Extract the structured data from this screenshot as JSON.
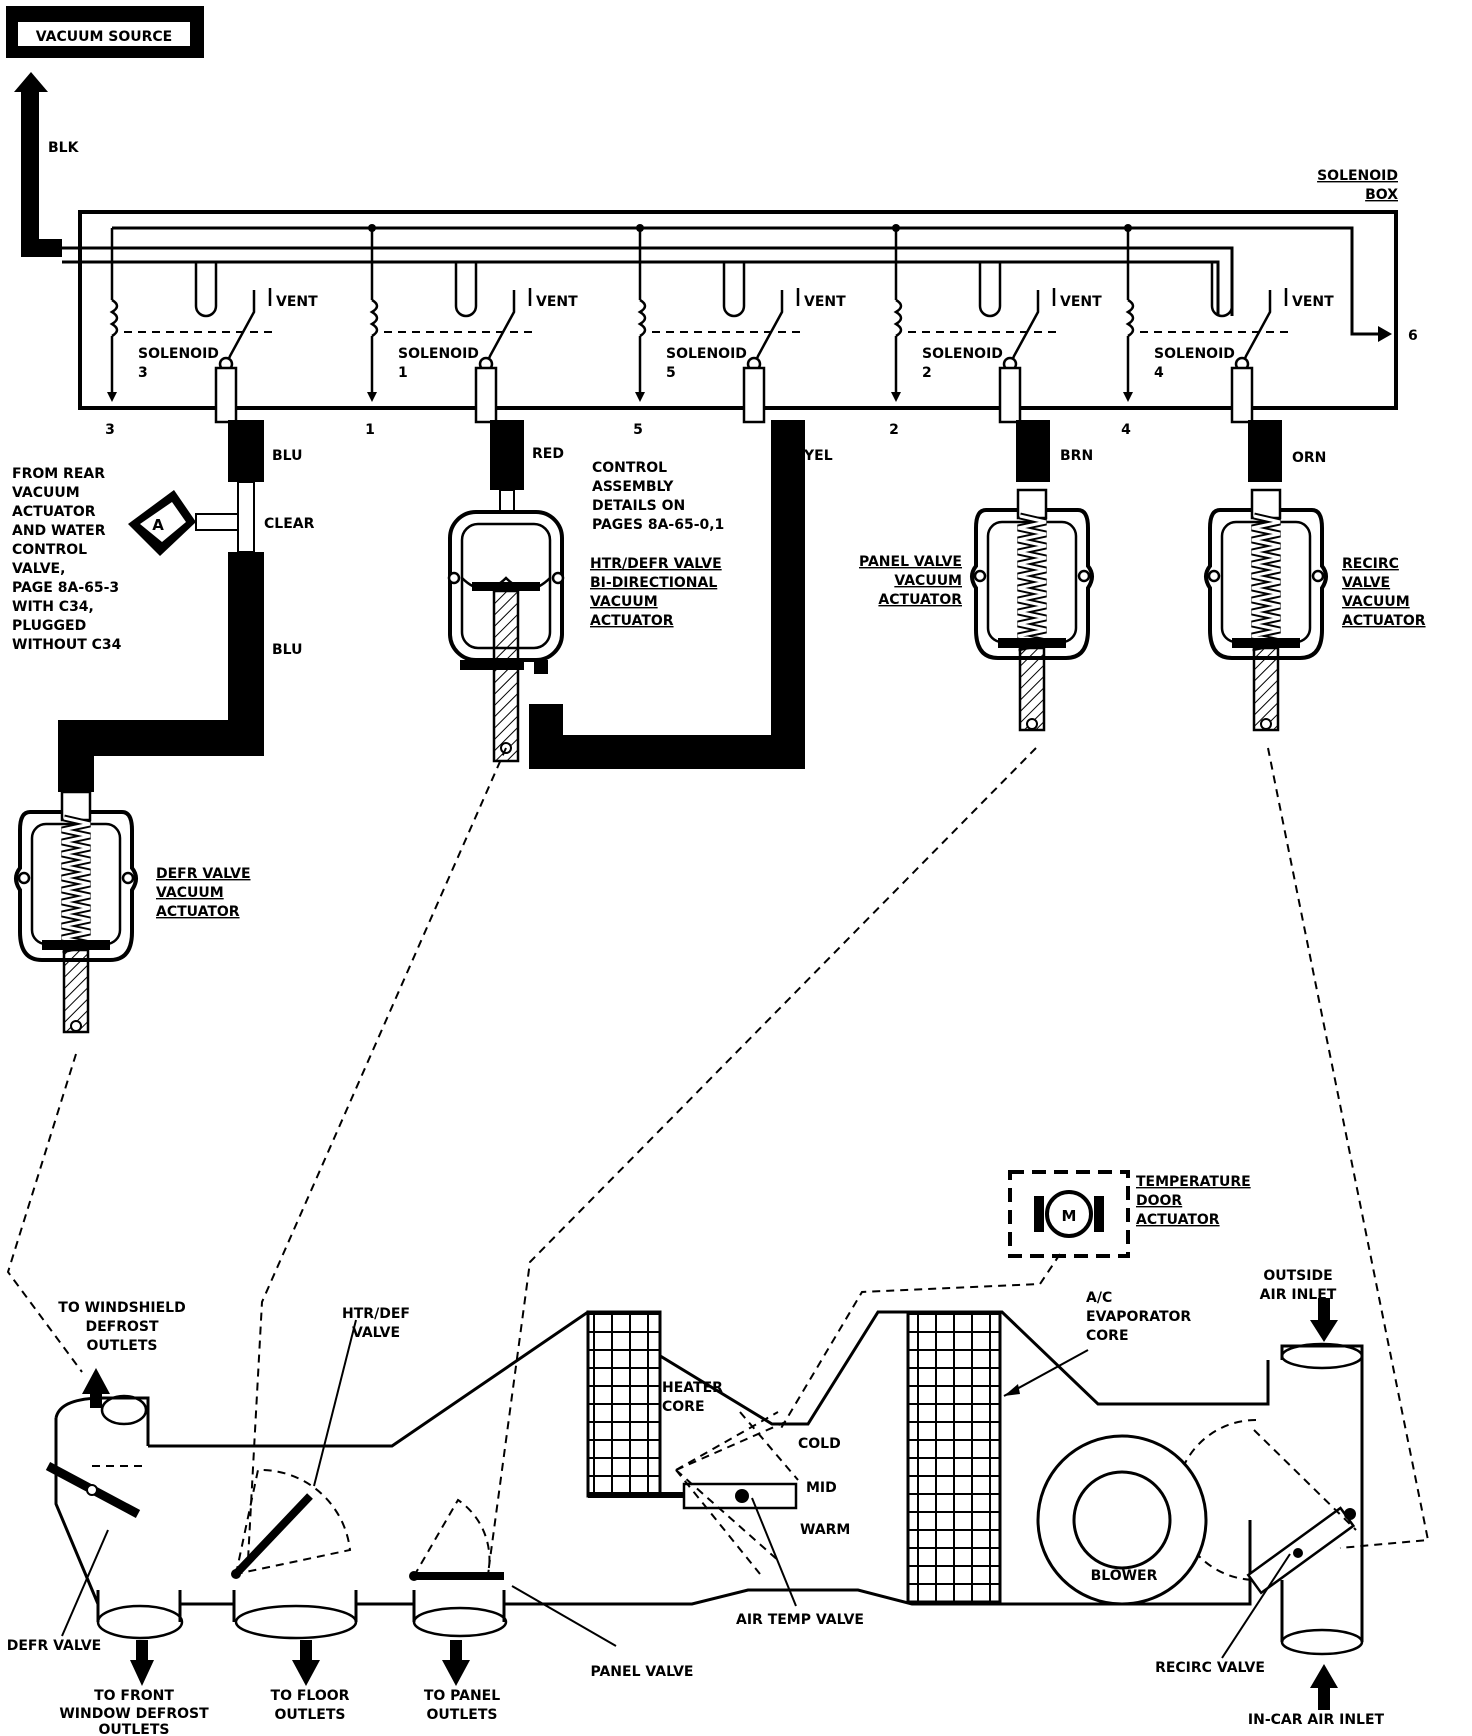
{
  "top": {
    "vacuum_source": "VACUUM SOURCE",
    "blk": "BLK",
    "solenoid_box": [
      "SOLENOID",
      "BOX"
    ],
    "port_6": "6"
  },
  "solenoids": [
    {
      "name": "SOLENOID",
      "num": "3",
      "port": "3",
      "vent": "VENT"
    },
    {
      "name": "SOLENOID",
      "num": "1",
      "port": "1",
      "vent": "VENT"
    },
    {
      "name": "SOLENOID",
      "num": "5",
      "port": "5",
      "vent": "VENT"
    },
    {
      "name": "SOLENOID",
      "num": "2",
      "port": "2",
      "vent": "VENT"
    },
    {
      "name": "SOLENOID",
      "num": "4",
      "port": "4",
      "vent": "VENT"
    }
  ],
  "hoses": {
    "blu_top": "BLU",
    "clear": "CLEAR",
    "blu_bottom": "BLU",
    "red": "RED",
    "yel": "YEL",
    "brn": "BRN",
    "orn": "ORN"
  },
  "connector_a": "A",
  "notes": {
    "from_rear": [
      "FROM REAR",
      "VACUUM",
      "ACTUATOR",
      "AND WATER",
      "CONTROL",
      "VALVE,",
      "PAGE 8A-65-3",
      "WITH C34,",
      "PLUGGED",
      "WITHOUT C34"
    ],
    "control_assembly": [
      "CONTROL",
      "ASSEMBLY",
      "DETAILS ON",
      "PAGES 8A-65-0,1"
    ]
  },
  "actuators": {
    "htr_defr": [
      "HTR/DEFR VALVE",
      "BI-DIRECTIONAL",
      "VACUUM",
      "ACTUATOR"
    ],
    "panel": [
      "PANEL VALVE",
      "VACUUM",
      "ACTUATOR"
    ],
    "recirc": [
      "RECIRC",
      "VALVE",
      "VACUUM",
      "ACTUATOR"
    ],
    "defr": [
      "DEFR VALVE",
      "VACUUM",
      "ACTUATOR"
    ]
  },
  "temp_door": {
    "motor": "M",
    "label": [
      "TEMPERATURE",
      "DOOR",
      "ACTUATOR"
    ]
  },
  "ducts": {
    "windshield": [
      "TO WINDSHIELD",
      "DEFROST",
      "OUTLETS"
    ],
    "htr_def_valve": [
      "HTR/DEF",
      "VALVE"
    ],
    "heater_core": [
      "HEATER",
      "CORE"
    ],
    "cold": "COLD",
    "mid": "MID",
    "warm": "WARM",
    "air_temp_valve": "AIR TEMP VALVE",
    "evaporator": [
      "A/C",
      "EVAPORATOR",
      "CORE"
    ],
    "outside_inlet": [
      "OUTSIDE",
      "AIR INLET"
    ],
    "blower": "BLOWER",
    "defr_valve": "DEFR VALVE",
    "front_defrost": [
      "TO FRONT",
      "WINDOW DEFROST",
      "OUTLETS"
    ],
    "floor": [
      "TO FLOOR",
      "OUTLETS"
    ],
    "panel_outlets": [
      "TO PANEL",
      "OUTLETS"
    ],
    "panel_valve": "PANEL VALVE",
    "recirc_valve": "RECIRC VALVE",
    "incar_inlet": "IN-CAR AIR INLET"
  }
}
